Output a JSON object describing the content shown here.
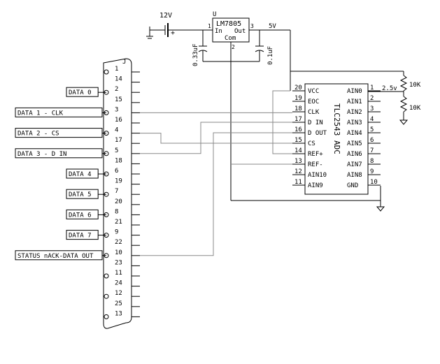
{
  "regulator": {
    "designator": "U",
    "part": "LM7805",
    "in_label": "In",
    "out_label": "Out",
    "com_label": "Com",
    "pin_in": "1",
    "pin_out": "3",
    "pin_com": "2"
  },
  "battery": {
    "voltage": "12V",
    "plus": "+"
  },
  "rail": {
    "label": "5V"
  },
  "caps": {
    "c1": "0.33uF",
    "c2": "0.1uF"
  },
  "connector": {
    "designator": "J",
    "pins_right": [
      "1",
      "14",
      "2",
      "15",
      "3",
      "16",
      "4",
      "17",
      "5",
      "18",
      "6",
      "19",
      "7",
      "20",
      "8",
      "21",
      "9",
      "22",
      "10",
      "23",
      "11",
      "24",
      "12",
      "25",
      "13"
    ]
  },
  "signals": [
    {
      "label": "DATA 0"
    },
    {
      "label": "DATA 1 - CLK"
    },
    {
      "label": "DATA 2 - CS"
    },
    {
      "label": "DATA 3 - D IN"
    },
    {
      "label": "DATA 4"
    },
    {
      "label": "DATA 5"
    },
    {
      "label": "DATA 6"
    },
    {
      "label": "DATA 7"
    },
    {
      "label": "STATUS nACK-DATA OUT"
    }
  ],
  "adc": {
    "part": "TLC2543 ADC",
    "left_pins": [
      {
        "num": "20",
        "name": "VCC"
      },
      {
        "num": "19",
        "name": "EOC"
      },
      {
        "num": "18",
        "name": "CLK"
      },
      {
        "num": "17",
        "name": "D IN"
      },
      {
        "num": "16",
        "name": "D OUT"
      },
      {
        "num": "15",
        "name": "CS"
      },
      {
        "num": "14",
        "name": "REF+"
      },
      {
        "num": "13",
        "name": "REF-"
      },
      {
        "num": "12",
        "name": "AIN10"
      },
      {
        "num": "11",
        "name": "AIN9"
      }
    ],
    "right_pins": [
      {
        "num": "1",
        "name": "AIN0"
      },
      {
        "num": "2",
        "name": "AIN1"
      },
      {
        "num": "3",
        "name": "AIN2"
      },
      {
        "num": "4",
        "name": "AIN3"
      },
      {
        "num": "5",
        "name": "AIN4"
      },
      {
        "num": "6",
        "name": "AIN5"
      },
      {
        "num": "7",
        "name": "AIN6"
      },
      {
        "num": "8",
        "name": "AIN7"
      },
      {
        "num": "9",
        "name": "AIN8"
      },
      {
        "num": "10",
        "name": "GND"
      }
    ]
  },
  "divider": {
    "r1": "10K",
    "r2": "10K",
    "tap": "2.5v"
  }
}
